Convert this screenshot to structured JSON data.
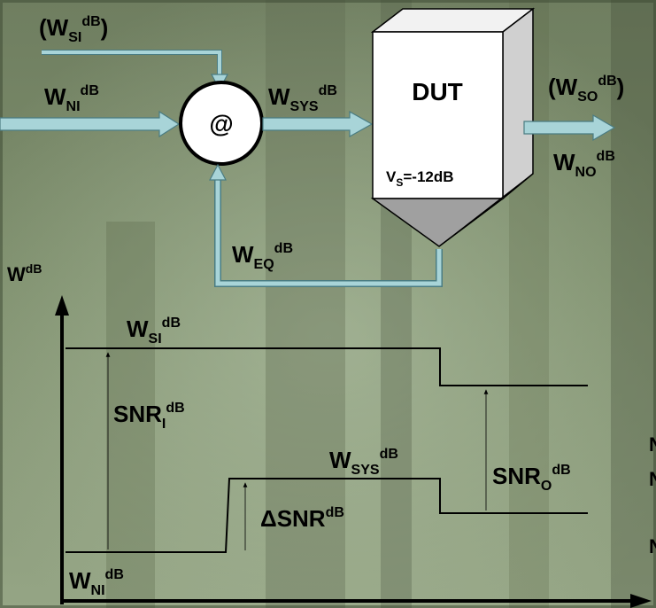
{
  "top_diagram": {
    "input_signal": {
      "base": "(W",
      "sub": "SI",
      "sup": "dB",
      "close": ")"
    },
    "input_noise": {
      "base": "W",
      "sub": "NI",
      "sup": "dB"
    },
    "combiner_symbol": "@",
    "system_noise": {
      "base": "W",
      "sub": "SYS",
      "sup": "dB"
    },
    "dut_title": "DUT",
    "dut_gain": {
      "base": "V",
      "sub": "S",
      "rest": "=-12dB"
    },
    "output_signal": {
      "base": "(W",
      "sub": "SO",
      "sup": "dB",
      "close": ")"
    },
    "output_noise": {
      "base": "W",
      "sub": "NO",
      "sup": "dB"
    },
    "equivalent_noise": {
      "base": "W",
      "sub": "EQ",
      "sup": "dB"
    }
  },
  "level_diagram": {
    "y_axis": {
      "base": "W",
      "sup": "dB"
    },
    "signal_in": {
      "base": "W",
      "sub": "SI",
      "sup": "dB"
    },
    "snr_in": {
      "base": "SNR",
      "sub": "I",
      "sup": "dB"
    },
    "system_noise": {
      "base": "W",
      "sub": "SYS",
      "sup": "dB"
    },
    "snr_out": {
      "base": "SNR",
      "sub": "O",
      "sup": "dB"
    },
    "delta_snr": {
      "base": "ΔSNR",
      "sup": "dB"
    },
    "noise_in": {
      "base": "W",
      "sub": "NI",
      "sup": "dB"
    },
    "clipped_right_labels": [
      "N",
      "N",
      "N"
    ]
  },
  "colors": {
    "signal_arrow": "#a8d4d8",
    "arrow_outline": "#4a7c82",
    "box_front": "#ffffff",
    "box_side": "#d0d0d0",
    "box_bottom": "#a0a0a0",
    "background_top": "#6b7a5c",
    "background_bottom": "#8c9c7a"
  }
}
